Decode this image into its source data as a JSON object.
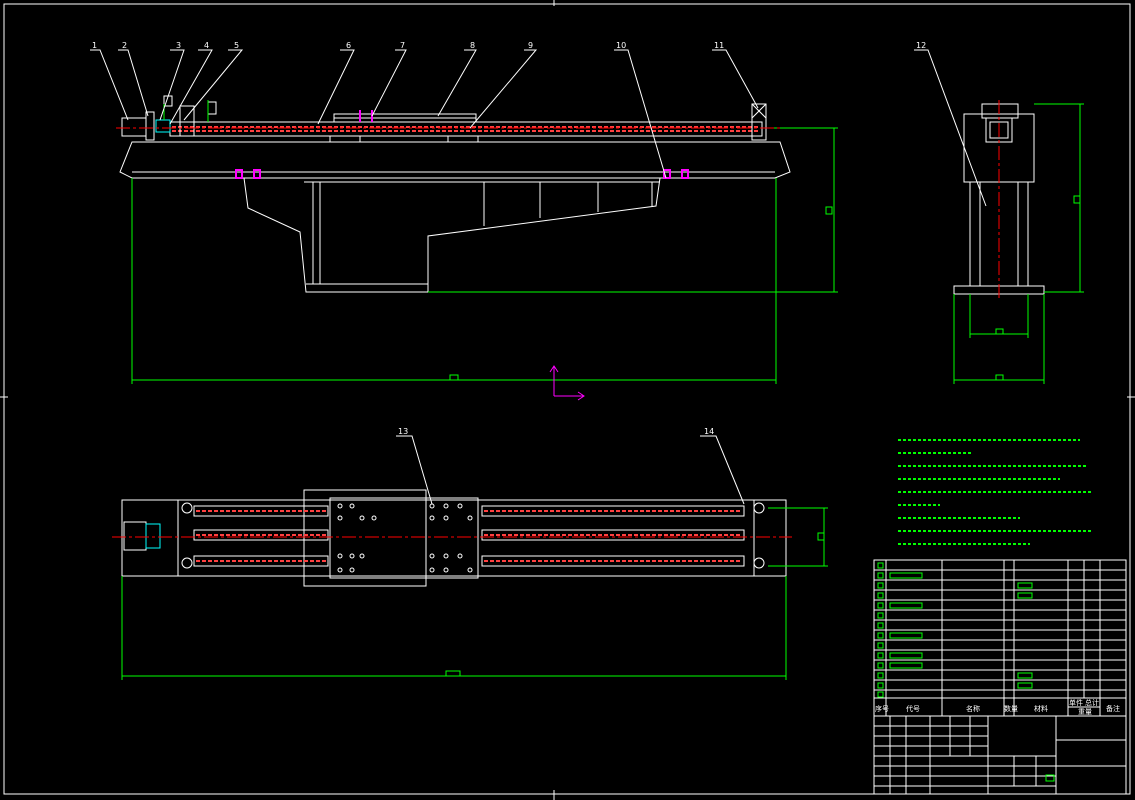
{
  "balloons": {
    "b1": "1",
    "b2": "2",
    "b3": "3",
    "b4": "4",
    "b5": "5",
    "b6": "6",
    "b7": "7",
    "b8": "8",
    "b9": "9",
    "b10": "10",
    "b11": "11",
    "b12": "12",
    "b13": "13",
    "b14": "14"
  },
  "title_block": {
    "col_seq": "序号",
    "col_code": "代号",
    "col_name": "名称",
    "col_qty": "数量",
    "col_material": "材料",
    "col_single": "单件",
    "col_total": "总计",
    "col_weight": "重量",
    "col_note": "备注"
  },
  "colors": {
    "background": "#000000",
    "outline": "#ffffff",
    "dimension": "#00ff00",
    "centerline": "#ff0000",
    "hatch": "#ff4040",
    "bolt": "#ff00ff",
    "cyan": "#00ffff",
    "ucs": "#ff00ff",
    "notes": "#00ff00"
  }
}
